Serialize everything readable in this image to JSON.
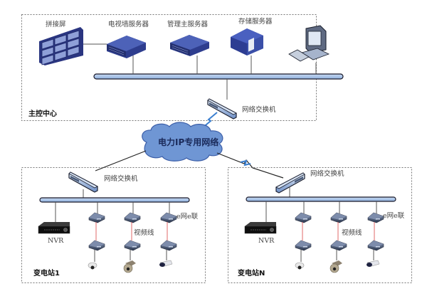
{
  "diagram": {
    "colors": {
      "bus_fill": "#a9c4e8",
      "bus_stroke": "#1a1a2a",
      "device_blue": "#3a4fa0",
      "device_dark": "#263680",
      "cloud_fill": "#6f96d4",
      "cloud_stroke": "#3b5ea8",
      "wireless": "#3a7fd0",
      "video_line": "#e06a6a",
      "frame": "#777777"
    },
    "main_center": {
      "label": "主控中心",
      "devices": [
        {
          "id": "video-wall",
          "label": "拼接屏"
        },
        {
          "id": "tv-wall-server",
          "label": "电视墙服务器"
        },
        {
          "id": "mgmt-server",
          "label": "管理主服务器"
        },
        {
          "id": "storage-server",
          "label": "存储服务器"
        },
        {
          "id": "workstation",
          "label": ""
        }
      ],
      "switch_label": "网络交换机"
    },
    "network": {
      "label": "电力IP专用网络"
    },
    "substations": [
      {
        "label": "变电站1",
        "switch_label": "网络交换机",
        "nvr_label": "NVR",
        "video_line_label": "视频线",
        "eweb_label": "e网e联"
      },
      {
        "label": "变电站N",
        "switch_label": "网络交换机",
        "nvr_label": "NVR",
        "video_line_label": "视频线",
        "eweb_label": "e网e联"
      }
    ]
  }
}
